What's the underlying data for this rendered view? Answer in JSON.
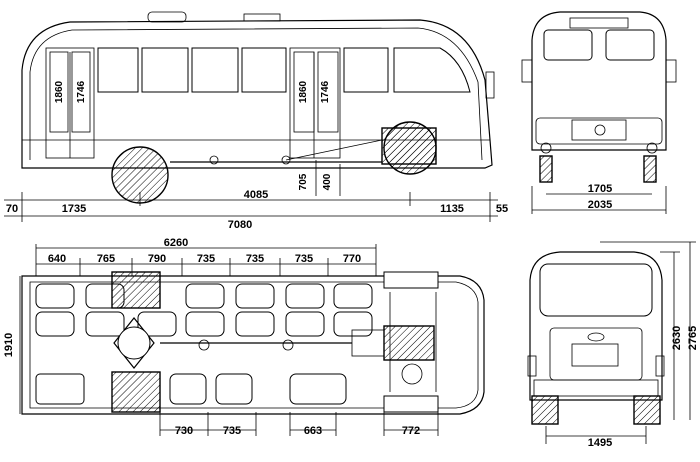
{
  "side_view": {
    "door_front_height": "1860",
    "door_front_clear": "1746",
    "door_mid_height": "1860",
    "door_mid_clear": "1746",
    "step_height": "705",
    "floor_height": "400",
    "overhang_rear_small": "70",
    "overhang_rear": "1735",
    "wheelbase": "4085",
    "overhang_front": "1135",
    "overhang_front_small": "55",
    "overall_length": "7080"
  },
  "front_view": {
    "track_front": "1705",
    "overall_width": "2035"
  },
  "plan_view": {
    "interior_length": "6260",
    "seat_pitches": [
      "640",
      "765",
      "790",
      "735",
      "735",
      "735",
      "770"
    ],
    "interior_width": "1910",
    "bottom_dims": [
      "730",
      "735",
      "663",
      "772"
    ]
  },
  "rear_view": {
    "track_rear": "1495",
    "height_body": "2630",
    "height_overall": "2765"
  }
}
